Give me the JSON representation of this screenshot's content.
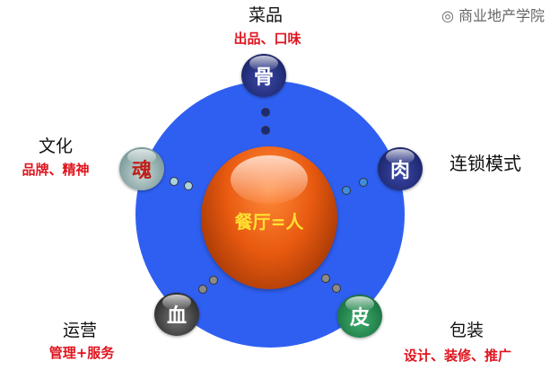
{
  "center": {
    "label": "餐厅=人"
  },
  "nodes": [
    {
      "key": "bone",
      "ball": "骨",
      "title": "菜品",
      "subtitle": "出品、口味"
    },
    {
      "key": "flesh",
      "ball": "肉",
      "title": "连锁模式"
    },
    {
      "key": "soul",
      "ball": "魂",
      "title": "文化",
      "subtitle": "品牌、精神"
    },
    {
      "key": "blood",
      "ball": "血",
      "title": "运营",
      "subtitle": "管理+服务"
    },
    {
      "key": "skin",
      "ball": "皮",
      "title": "包装",
      "subtitle": "设计、装修、推广"
    }
  ],
  "watermark": "商业地产学院",
  "colors": {
    "outer": "#2f5ff0",
    "core": "#e85a10",
    "center_text": "#ffe030",
    "subtitle": "#e0141e"
  }
}
